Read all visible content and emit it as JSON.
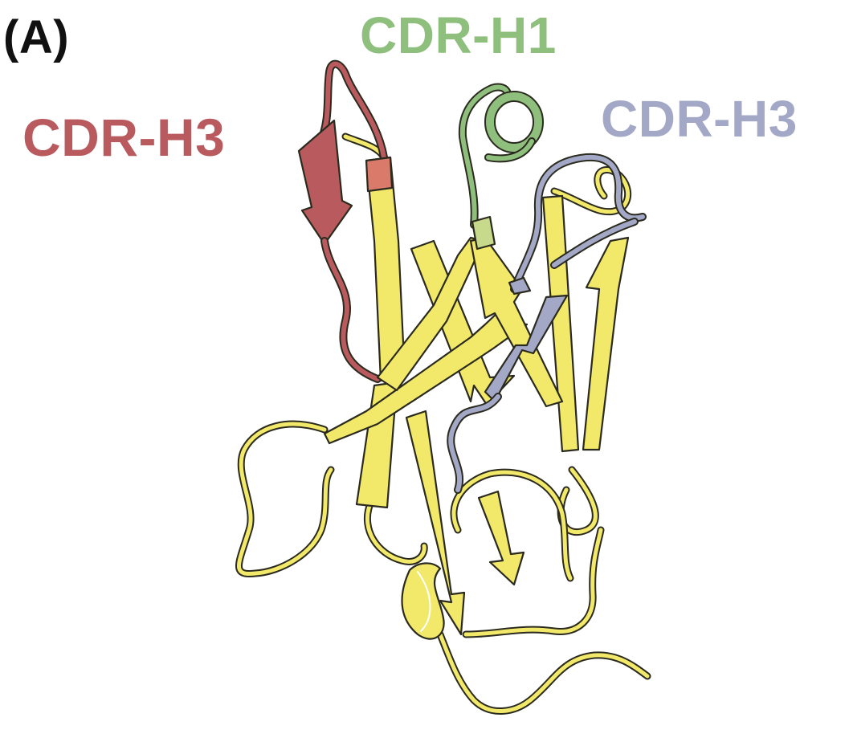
{
  "panel_label": "(A)",
  "labels": {
    "cdr_h1": "CDR-H1",
    "cdr_h3_left": "CDR-H3",
    "cdr_h3_right": "CDR-H3"
  },
  "colors": {
    "framework": "#f2e86a",
    "framework_outline": "#2a2a1e",
    "cdr_h1": "#8fbf7d",
    "cdr_h3_left": "#b85a5e",
    "cdr_h3_right": "#a3a8c7",
    "panel_label": "#111111"
  }
}
